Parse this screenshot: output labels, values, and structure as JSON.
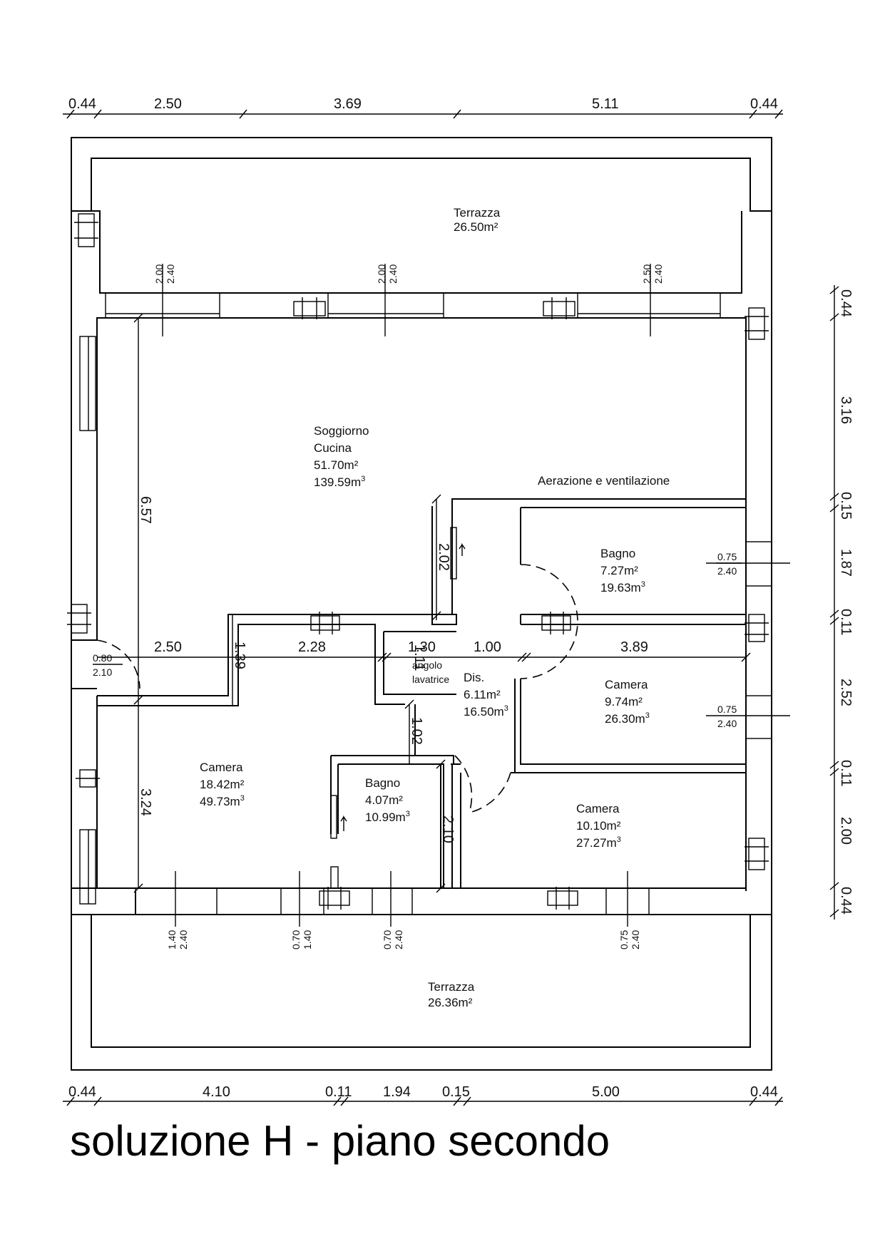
{
  "title": "soluzione H - piano secondo",
  "dims_top": [
    "0.44",
    "2.50",
    "3.69",
    "5.11",
    "0.44"
  ],
  "dims_bottom": [
    "0.44",
    "4.10",
    "0.11",
    "1.94",
    "0.15",
    "5.00",
    "0.44"
  ],
  "dims_right": [
    "0.44",
    "3.16",
    "0.15",
    "1.87",
    "0.11",
    "2.52",
    "0.11",
    "2.00",
    "0.44"
  ],
  "rooms": {
    "terrazza_top": {
      "name": "Terrazza",
      "area": "26.50m²"
    },
    "soggiorno": {
      "name1": "Soggiorno",
      "name2": "Cucina",
      "area": "51.70m²",
      "volume": "139.59m"
    },
    "aerazione": "Aerazione e ventilazione",
    "bagno1": {
      "name": "Bagno",
      "area": "7.27m²",
      "volume": "19.63m"
    },
    "camera1": {
      "name": "Camera",
      "area": "9.74m²",
      "volume": "26.30m"
    },
    "dis": {
      "name": "Dis.",
      "area": "6.11m²",
      "volume": "16.50m"
    },
    "angolo": {
      "l1": "angolo",
      "l2": "lavatrice"
    },
    "camera2": {
      "name": "Camera",
      "area": "18.42m²",
      "volume": "49.73m"
    },
    "bagno2": {
      "name": "Bagno",
      "area": "4.07m²",
      "volume": "10.99m"
    },
    "camera3": {
      "name": "Camera",
      "area": "10.10m²",
      "volume": "27.27m"
    },
    "terrazza_bottom": {
      "name": "Terrazza",
      "area": "26.36m²"
    }
  },
  "cube": "3",
  "inner_dims": {
    "d_657": "6.57",
    "d_324": "3.24",
    "d_250": "2.50",
    "d_228": "2.28",
    "d_130": "1.30",
    "d_100": "1.00",
    "d_389": "3.89",
    "d_139": "1.39",
    "d_111": "1.11",
    "d_202": "2.02",
    "d_102": "1.02",
    "d_210": "2.10"
  },
  "openings": {
    "top1": [
      "2.00",
      "2.40"
    ],
    "top2": [
      "2.00",
      "2.40"
    ],
    "top3": [
      "2.50",
      "2.40"
    ],
    "door_left": [
      "0.80",
      "2.10"
    ],
    "right1": [
      "0.75",
      "2.40"
    ],
    "right2": [
      "0.75",
      "2.40"
    ],
    "bot1": [
      "1.40",
      "2.40"
    ],
    "bot2": [
      "0.70",
      "1.40"
    ],
    "bot3": [
      "0.70",
      "2.40"
    ],
    "bot4": [
      "0.75",
      "2.40"
    ]
  }
}
